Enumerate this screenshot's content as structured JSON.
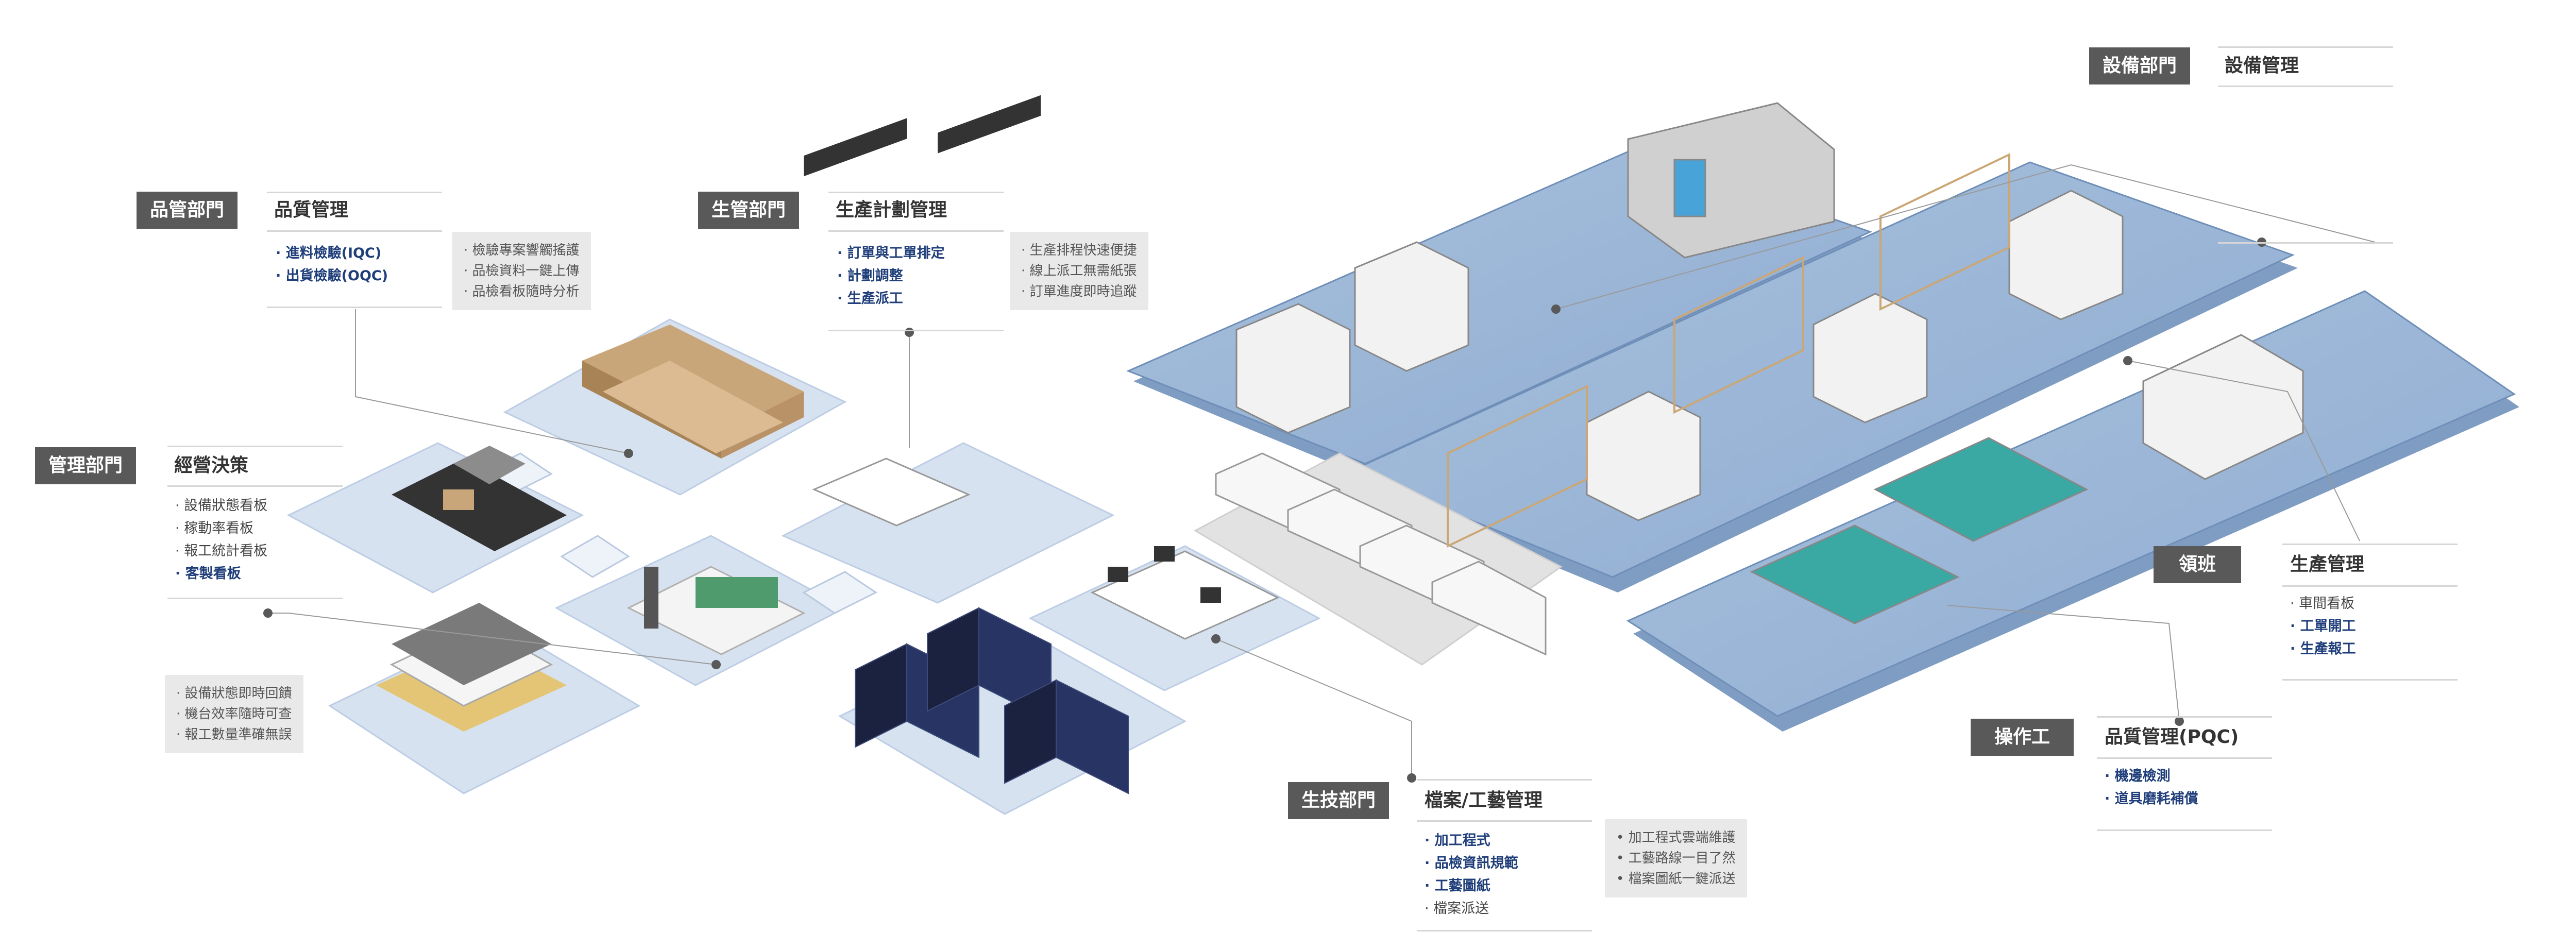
{
  "colors": {
    "dept_badge": "#595959",
    "highlight_text": "#1f3e7a",
    "platform_light": "#d7e2f0",
    "platform_blue": "#9cb6d6",
    "note_bg": "#e9e9e9"
  },
  "callouts": {
    "pinguan": {
      "dept": "品管部門",
      "title": "品質管理",
      "items": [
        "進料檢驗(IQC)",
        "出貨檢驗(OQC)"
      ],
      "notes": [
        "檢驗專案響觸搖護",
        "品檢資料一鍵上傳",
        "品檢看板隨時分析"
      ]
    },
    "shengguan": {
      "dept": "生管部門",
      "title": "生產計劃管理",
      "items": [
        "訂單與工單排定",
        "計劃調整",
        "生產派工"
      ],
      "notes": [
        "生產排程快速便捷",
        "線上派工無需紙張",
        "訂單進度即時追蹤"
      ]
    },
    "guanli": {
      "dept": "管理部門",
      "title": "經營決策",
      "items": [
        "設備狀態看板",
        "稼動率看板",
        "報工統計看板",
        "客製看板"
      ],
      "notes": [
        "設備狀態即時回饋",
        "機台效率隨時可查",
        "報工數量準確無誤"
      ]
    },
    "shebei": {
      "dept": "設備部門",
      "title": "設備管理"
    },
    "lingban": {
      "dept": "領班",
      "title": "生產管理",
      "items": [
        "車間看板",
        "工單開工",
        "生產報工"
      ]
    },
    "caozuo": {
      "dept": "操作工",
      "title": "品質管理(PQC)",
      "items": [
        "機邊檢測",
        "道具磨耗補償"
      ]
    },
    "shengji": {
      "dept": "生技部門",
      "title": "檔案/工藝管理",
      "items": [
        "加工程式",
        "品檢資訊規範",
        "工藝圖紙",
        "檔案派送"
      ],
      "notes": [
        "加工程式雲端維護",
        "工藝路線一目了然",
        "檔案圖紙一鍵派送"
      ]
    }
  }
}
